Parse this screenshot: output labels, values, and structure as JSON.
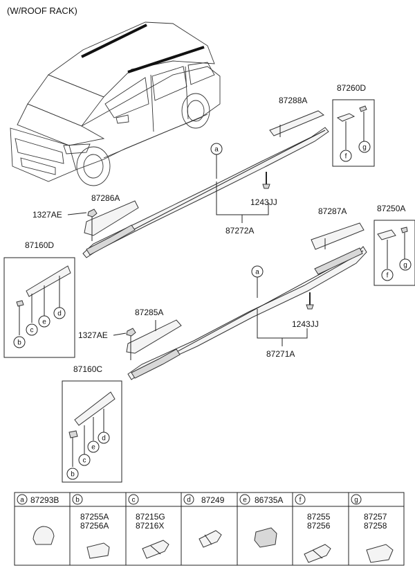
{
  "header": {
    "title": "(W/ROOF RACK)"
  },
  "callouts": {
    "p87260D": "87260D",
    "p87288A": "87288A",
    "p87286A": "87286A",
    "p1327AE_top": "1327AE",
    "p1243JJ_top": "1243JJ",
    "p87272A": "87272A",
    "p87287A": "87287A",
    "p87250A": "87250A",
    "p87160D": "87160D",
    "p87285A": "87285A",
    "p1327AE_bottom": "1327AE",
    "p1243JJ_bottom": "1243JJ",
    "p87271A": "87271A",
    "p87160C": "87160C"
  },
  "markers": {
    "a": "a",
    "b": "b",
    "c": "c",
    "d": "d",
    "e": "e",
    "f": "f",
    "g": "g"
  },
  "legend": {
    "cells": [
      {
        "letter": "a",
        "codes": [
          "87293B"
        ]
      },
      {
        "letter": "b",
        "codes": [
          "87255A",
          "87256A"
        ]
      },
      {
        "letter": "c",
        "codes": [
          "87215G",
          "87216X"
        ]
      },
      {
        "letter": "d",
        "codes": [
          "87249"
        ]
      },
      {
        "letter": "e",
        "codes": [
          "86735A"
        ]
      },
      {
        "letter": "f",
        "codes": [
          "87255",
          "87256"
        ]
      },
      {
        "letter": "g",
        "codes": [
          "87257",
          "87258"
        ]
      }
    ]
  }
}
